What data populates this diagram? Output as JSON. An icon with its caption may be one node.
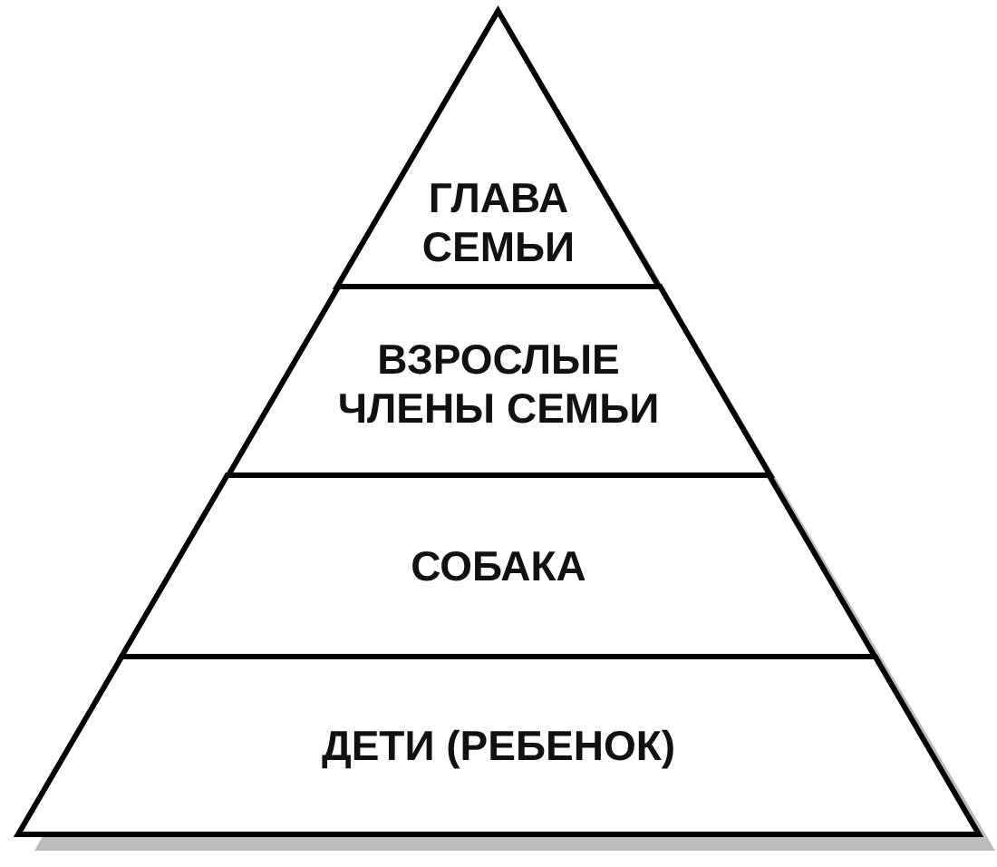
{
  "diagram": {
    "nodes": [
      {
        "text": [
          "ГЛАВА СЕМЬИ"
        ]
      },
      {
        "text": [
          "ВЗРОСЛЫЕ ЧЛЕНЫ СЕМЬИ"
        ]
      },
      {
        "text": [
          "СОБАКА"
        ]
      },
      {
        "text": [
          "ДЕТИ (РЕБЕНОК)"
        ]
      }
    ]
  }
}
